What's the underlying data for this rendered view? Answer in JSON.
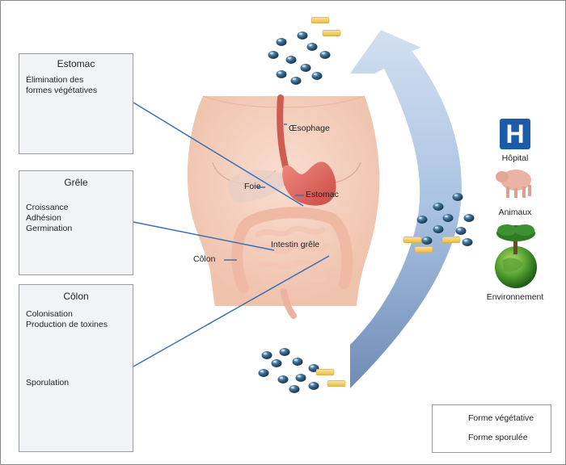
{
  "panels": {
    "estomac": {
      "title": "Estomac",
      "lines": [
        "Élimination des",
        "formes végétatives"
      ]
    },
    "grele": {
      "title": "Grêle",
      "lines": [
        "Croissance",
        "Adhésion",
        "Germination"
      ]
    },
    "colon": {
      "title": "Côlon",
      "lines": [
        "Colonisation",
        "Production de toxines"
      ],
      "sporulation": "Sporulation"
    }
  },
  "anatomy": {
    "oesophage": "Œsophage",
    "foie": "Foie",
    "estomac": "Estomac",
    "intestin_grele": "Intestin grêle",
    "colon": "Côlon"
  },
  "sources": {
    "hospital_icon_letter": "H",
    "hopital": "Hôpital",
    "animaux": "Animaux",
    "environnement": "Environnement"
  },
  "legend": {
    "vegetative": "Forme végétative",
    "sporulee": "Forme sporulée"
  },
  "colors": {
    "spore": "#2e5a7a",
    "vegetative": "#f4d06a",
    "arrow": "#a8c1e0",
    "connector": "#3b6fb6",
    "hospital": "#1a5ca8"
  }
}
